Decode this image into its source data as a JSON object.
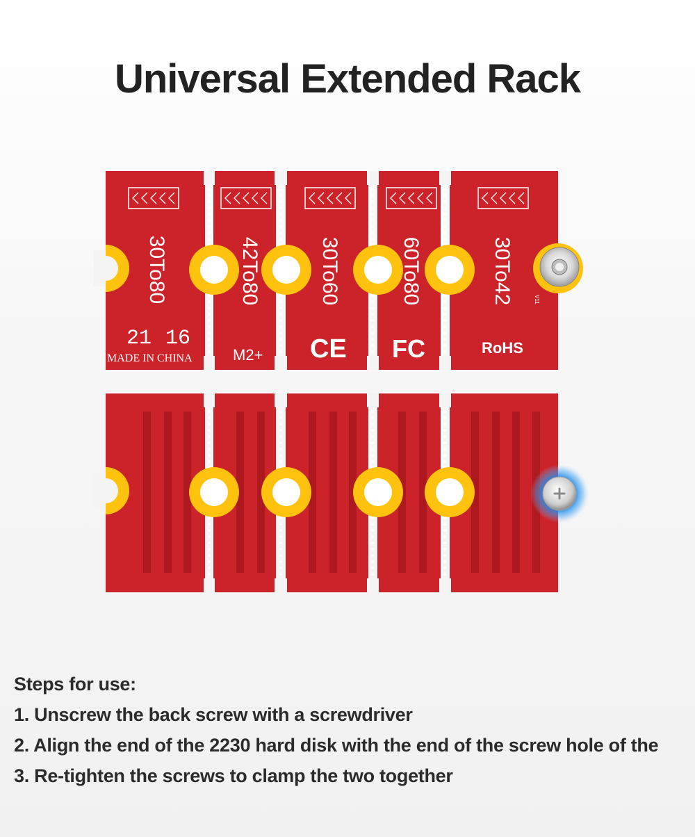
{
  "header": {
    "title": "Universal Extended Rack"
  },
  "board_top": {
    "segments": [
      {
        "label": "30To80"
      },
      {
        "label": "42To80"
      },
      {
        "label": "30To60"
      },
      {
        "label": "60To80"
      },
      {
        "label": "30To42"
      }
    ],
    "date_code_year": "21",
    "date_code_week": "16",
    "origin_text": "MADE IN CHINA",
    "model_text": "M2+",
    "ce_mark": "CE",
    "fcc_mark": "FC",
    "rohs_mark": "RoHS",
    "version_text": "V11"
  },
  "colors": {
    "pcb": "#cc2229",
    "pad": "#ffc20e",
    "screw_glow": "#1e88e5"
  },
  "steps": {
    "heading": "Steps for use:",
    "items": [
      "1. Unscrew the back screw with a screwdriver",
      "2. Align the end of the 2230 hard disk with the end of the screw hole of the",
      "3. Re-tighten the screws to clamp the two together"
    ]
  }
}
